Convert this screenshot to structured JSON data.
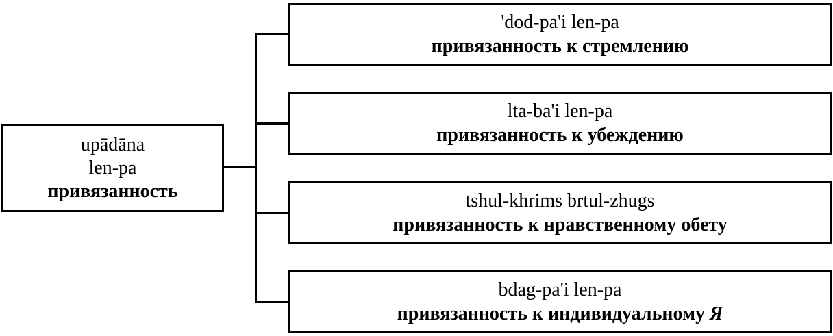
{
  "root": {
    "line1": "upādāna",
    "line2": "len-pa",
    "line3": "привязанность"
  },
  "branches": [
    {
      "tibetan": "'dod-pa'i len-pa",
      "russian": "привязанность к стремлению"
    },
    {
      "tibetan": "lta-ba'i len-pa",
      "russian": "привязанность к убеждению"
    },
    {
      "tibetan": "tshul-khrims brtul-zhugs",
      "russian": "привязанность к нравственному обету"
    },
    {
      "tibetan": "bdag-pa'i len-pa",
      "russian_main": "привязанность к индивидуальному ",
      "russian_italic": "Я"
    }
  ]
}
